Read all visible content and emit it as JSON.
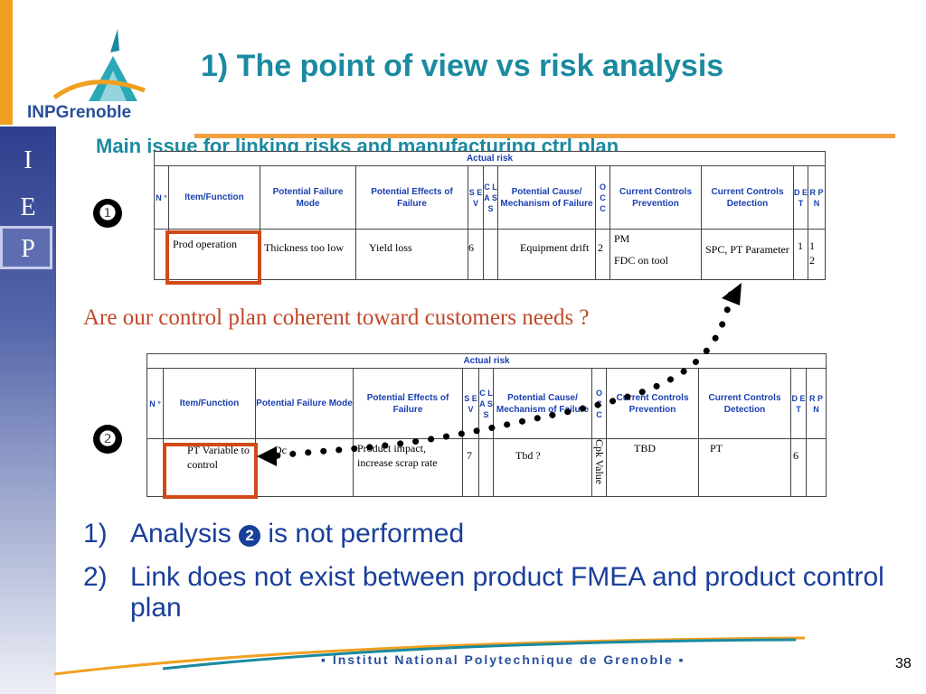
{
  "sidebar": {
    "letters": [
      "I",
      "E",
      "P"
    ]
  },
  "logo": {
    "text": "INPGrenoble"
  },
  "title": "1) The point of view vs risk analysis",
  "subtitle": "Main issue for linking risks and manufacturing ctrl plan",
  "table_headers": {
    "actual_risk": "Actual risk",
    "no": "N °",
    "item": "Item/Function",
    "failure_mode": "Potential Failure Mode",
    "effects": "Potential Effects of Failure",
    "sev": "S E V",
    "class": "C L A S S",
    "cause": "Potential Cause/ Mechanism of Failure",
    "occ": "O C C",
    "prevention": "Current Controls Prevention",
    "detection": "Current Controls Detection",
    "det": "D E T",
    "rpn": "R P N"
  },
  "table1": {
    "marker": "❶",
    "row": {
      "no": "",
      "item": "Prod operation",
      "failure_mode": "Thickness too low",
      "effects": "Yield loss",
      "sev": "6",
      "class": "",
      "cause": "Equipment drift",
      "occ": "2",
      "prevention_1": "PM",
      "prevention_2": "FDC on tool",
      "detection": "SPC, PT Parameter",
      "det": "1",
      "rpn": "1 2"
    }
  },
  "question": "Are our control plan coherent toward customers needs ?",
  "table2": {
    "marker": "❷",
    "row": {
      "no": "",
      "item": "PT Variable to control",
      "failure_mode": "Dc",
      "effects": "Product impact, increase scrap rate",
      "sev": "7",
      "class": "",
      "cause": "Tbd ?",
      "occ": "Cpk Value",
      "prevention": "TBD",
      "detection": "PT",
      "det": "6",
      "rpn": ""
    }
  },
  "points": [
    {
      "num": "1)",
      "before": "Analysis ",
      "marker": "2",
      "after": " is not performed"
    },
    {
      "num": "2)",
      "text": "Link does not exist between product FMEA and product control plan"
    }
  ],
  "footer": "▪ Institut National Polytechnique de Grenoble ▪",
  "page_number": "38",
  "colors": {
    "title": "#1a8aa0",
    "accent": "#f0a040",
    "red": "#d04a18",
    "blue_text": "#1a3f9a"
  }
}
